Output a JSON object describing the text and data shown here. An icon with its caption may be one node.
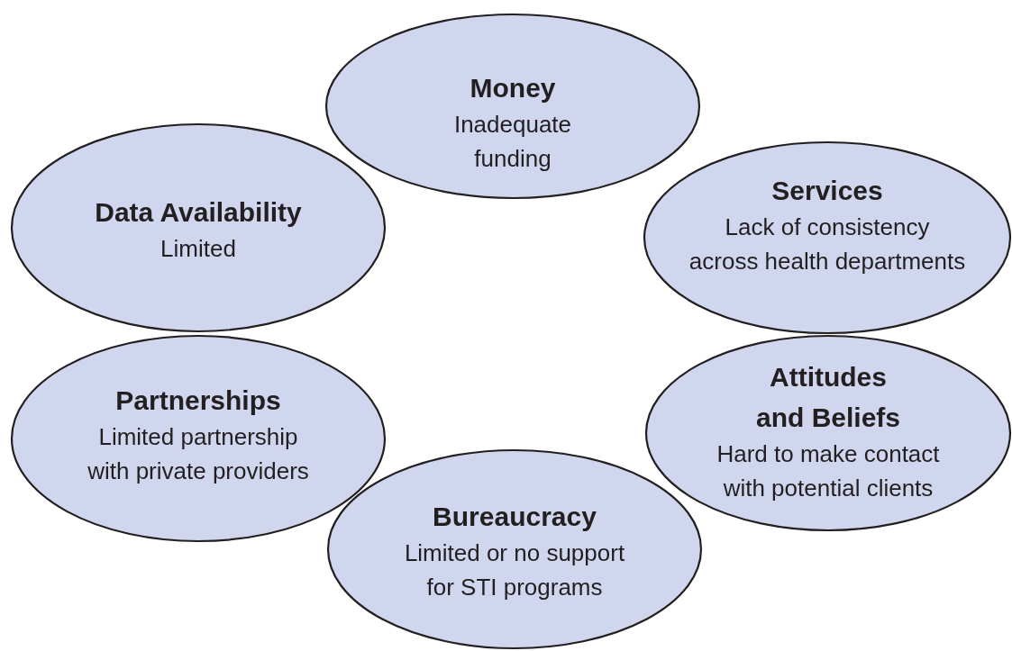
{
  "diagram": {
    "nodes": [
      {
        "text": [
          "Money",
          "Inadequate funding"
        ]
      },
      {
        "text": [
          "Data Availability",
          "Limited"
        ]
      },
      {
        "text": [
          "Services",
          "Lack of consistency across health departments"
        ]
      },
      {
        "text": [
          "Partnerships",
          "Limited partnership with private providers"
        ]
      },
      {
        "text": [
          "Attitudes and Beliefs",
          "Hard to make contact with potential clients"
        ]
      },
      {
        "text": [
          "Bureaucracy",
          "Limited or no support for STI programs"
        ]
      }
    ]
  }
}
